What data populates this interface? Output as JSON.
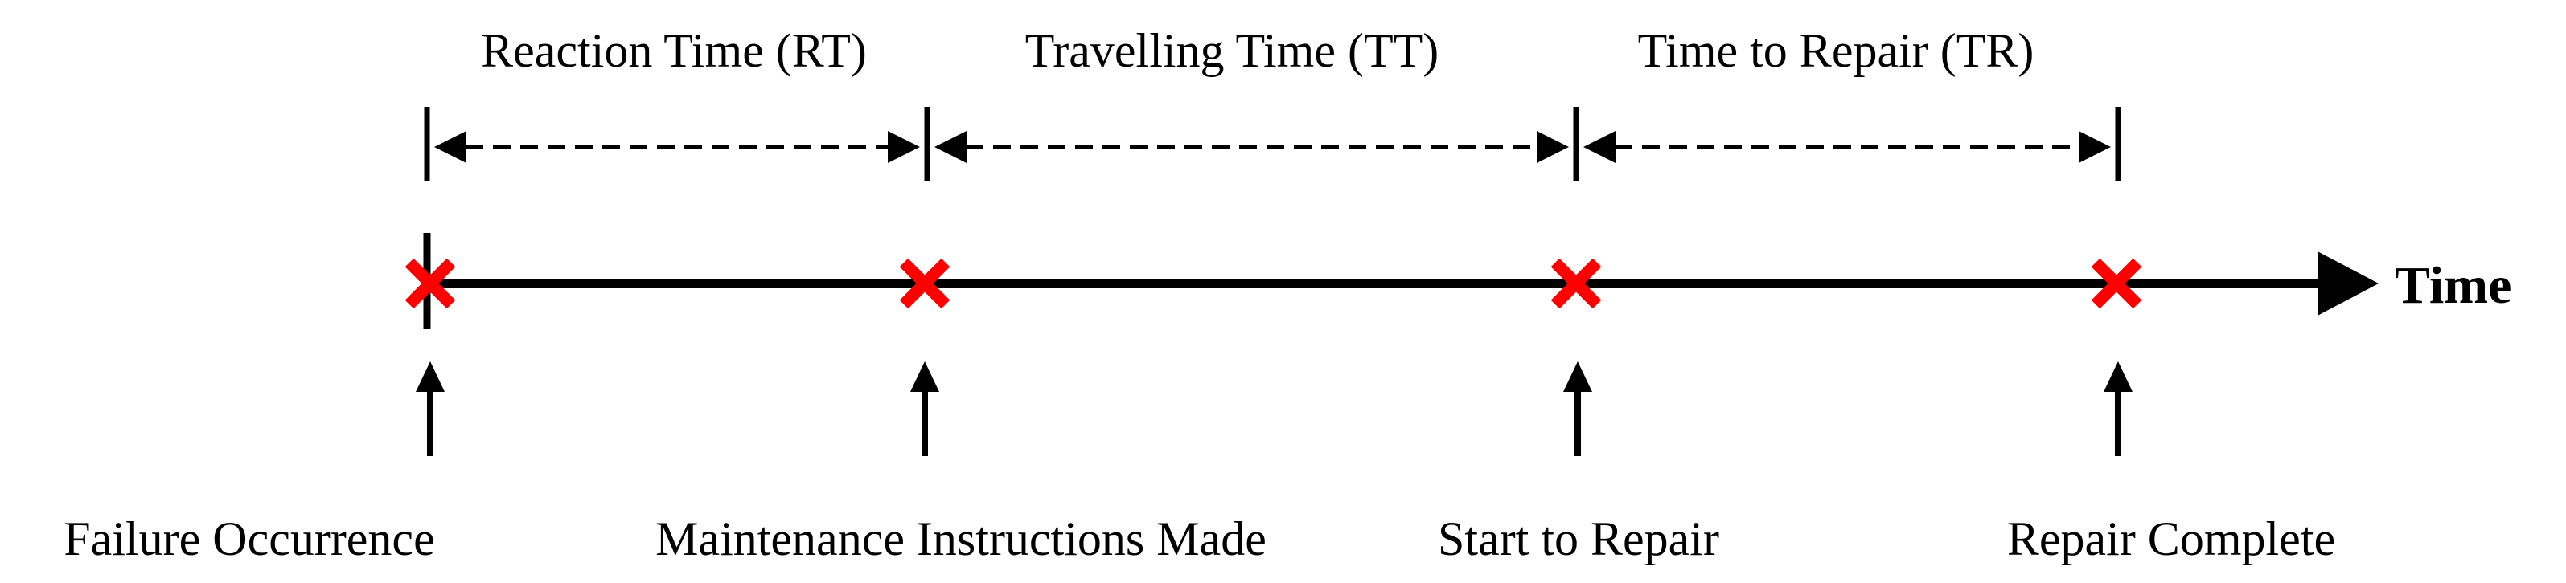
{
  "intervals": [
    {
      "label": "Reaction Time (RT)"
    },
    {
      "label": "Travelling Time (TT)"
    },
    {
      "label": "Time to Repair (TR)"
    }
  ],
  "events": [
    {
      "label": "Failure Occurrence"
    },
    {
      "label": "Maintenance Instructions Made"
    },
    {
      "label": "Start to Repair"
    },
    {
      "label": "Repair Complete"
    }
  ],
  "axis": {
    "label": "Time"
  },
  "colors": {
    "line": "#000000",
    "marker": "#ff0000",
    "background": "#ffffff"
  }
}
